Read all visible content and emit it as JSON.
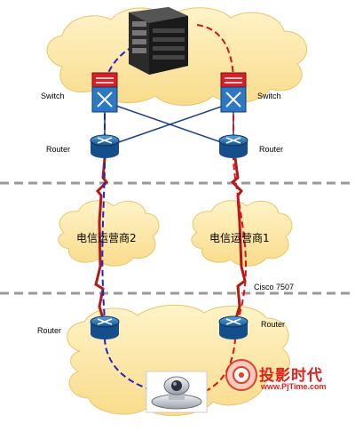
{
  "labels": {
    "switch_left": "Switch",
    "switch_right": "Switch",
    "router_left_top": "Router",
    "router_right_top": "Router",
    "carrier_2": "电信运营商2",
    "carrier_1": "电信运营商1",
    "cisco_model": "Cisco 7507",
    "router_left_bottom": "Router",
    "router_right_bottom": "Router"
  },
  "watermark": {
    "brand_cn": "投影时代",
    "url": "www.PjTime.com"
  },
  "colors": {
    "cloud_fill": "#fde7a8",
    "cloud_stroke": "#e8c66a",
    "router_blue": "#1f6fb5",
    "switch_red": "#d8202a",
    "wan_link_red": "#b01a1a",
    "path_blue_dashed": "#2020d0",
    "path_red_dashed": "#e01010",
    "separator_gray": "#999999"
  },
  "icons": {
    "top_device": "server-rack-icon",
    "bottom_device": "video-conference-camera-icon",
    "switch": "switch-icon",
    "router": "router-icon"
  }
}
